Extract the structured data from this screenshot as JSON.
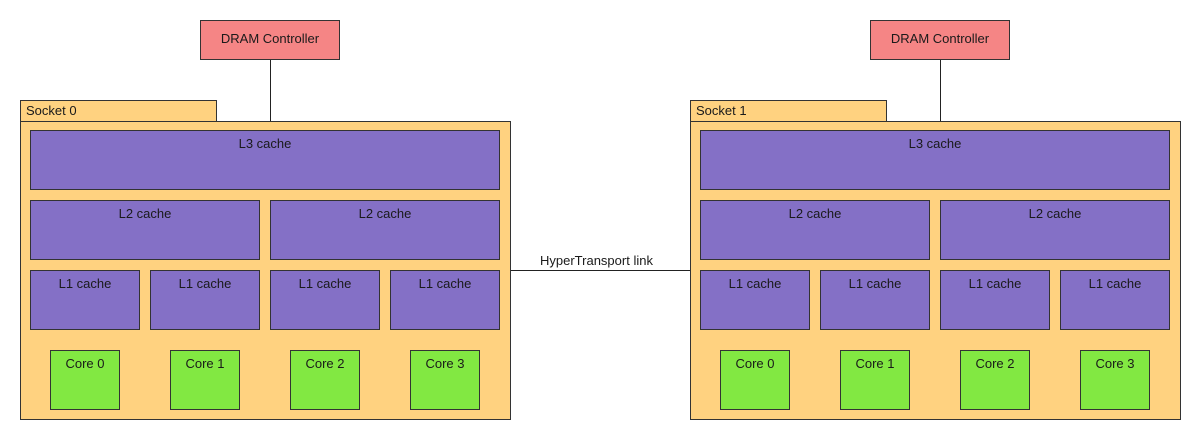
{
  "link": {
    "label": "HyperTransport link"
  },
  "sockets": [
    {
      "name": "Socket 0",
      "dram": "DRAM Controller",
      "l3": "L3 cache",
      "l2": [
        "L2 cache",
        "L2 cache"
      ],
      "l1": [
        "L1 cache",
        "L1 cache",
        "L1 cache",
        "L1 cache"
      ],
      "cores": [
        "Core 0",
        "Core 1",
        "Core 2",
        "Core 3"
      ]
    },
    {
      "name": "Socket 1",
      "dram": "DRAM Controller",
      "l3": "L3 cache",
      "l2": [
        "L2 cache",
        "L2 cache"
      ],
      "l1": [
        "L1 cache",
        "L1 cache",
        "L1 cache",
        "L1 cache"
      ],
      "cores": [
        "Core 0",
        "Core 1",
        "Core 2",
        "Core 3"
      ]
    }
  ],
  "colors": {
    "dram": "#f58585",
    "socket": "#ffd280",
    "cache": "#8470c6",
    "core": "#82e842"
  }
}
